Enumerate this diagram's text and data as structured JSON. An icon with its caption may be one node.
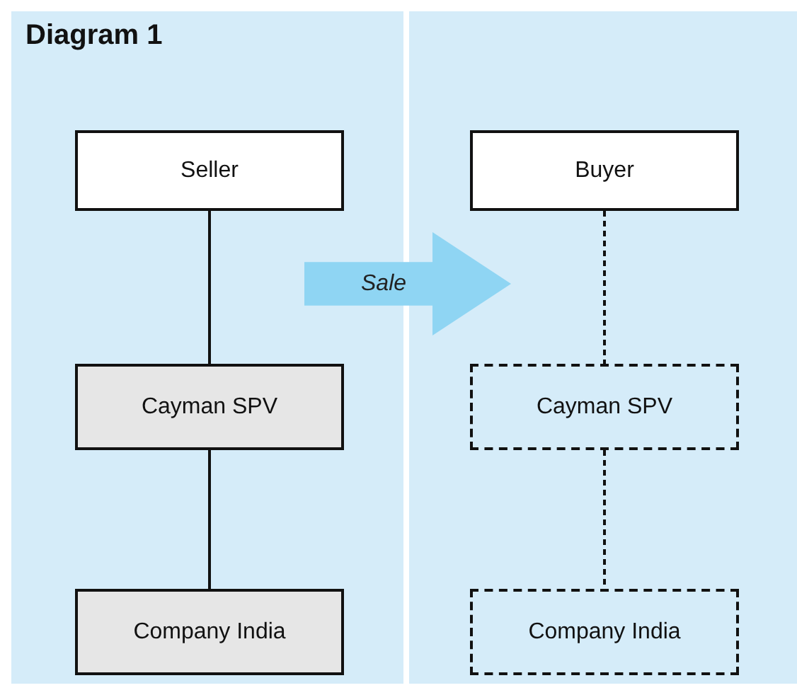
{
  "diagram": {
    "title": "Diagram 1",
    "nodes": [
      {
        "text": [
          "Seller"
        ]
      },
      {
        "text": [
          "Cayman SPV"
        ]
      },
      {
        "text": [
          "Company India"
        ]
      },
      {
        "text": [
          "Buyer"
        ]
      },
      {
        "text": [
          "Cayman SPV"
        ]
      },
      {
        "text": [
          "Company India"
        ]
      },
      {
        "text": [
          "Sale"
        ]
      }
    ],
    "edges": [
      {
        "from": 0,
        "to": 1,
        "arrow": "none"
      },
      {
        "from": 1,
        "to": 2,
        "arrow": "none"
      },
      {
        "from": 3,
        "to": 4,
        "arrow": "none",
        "style": "dashed"
      },
      {
        "from": 4,
        "to": 5,
        "arrow": "none",
        "style": "dashed"
      }
    ]
  }
}
